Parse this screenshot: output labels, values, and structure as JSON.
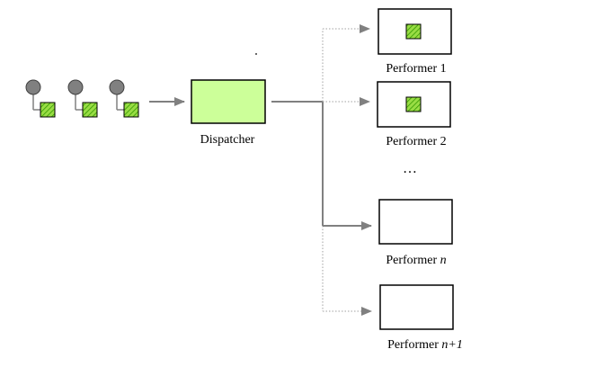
{
  "diagram": {
    "dispatcher": {
      "label": "Dispatcher"
    },
    "performers": [
      {
        "label": "Performer 1",
        "subscript": "",
        "has_message": true,
        "channel": "dotted"
      },
      {
        "label": "Performer 2",
        "subscript": "",
        "has_message": true,
        "channel": "dotted"
      },
      {
        "label": "Performer ",
        "subscript": "n",
        "has_message": false,
        "channel": "solid"
      },
      {
        "label": "Performer ",
        "subscript": "n+1",
        "has_message": false,
        "channel": "dotted"
      }
    ],
    "ellipsis": "…",
    "messages_count": 3,
    "colors": {
      "dispatcher_fill": "#ccff99",
      "message_fill": "#99dd44",
      "message_hatch": "#339900",
      "endpoint_fill": "#808080",
      "line": "#808080",
      "box_stroke": "#000000"
    }
  }
}
